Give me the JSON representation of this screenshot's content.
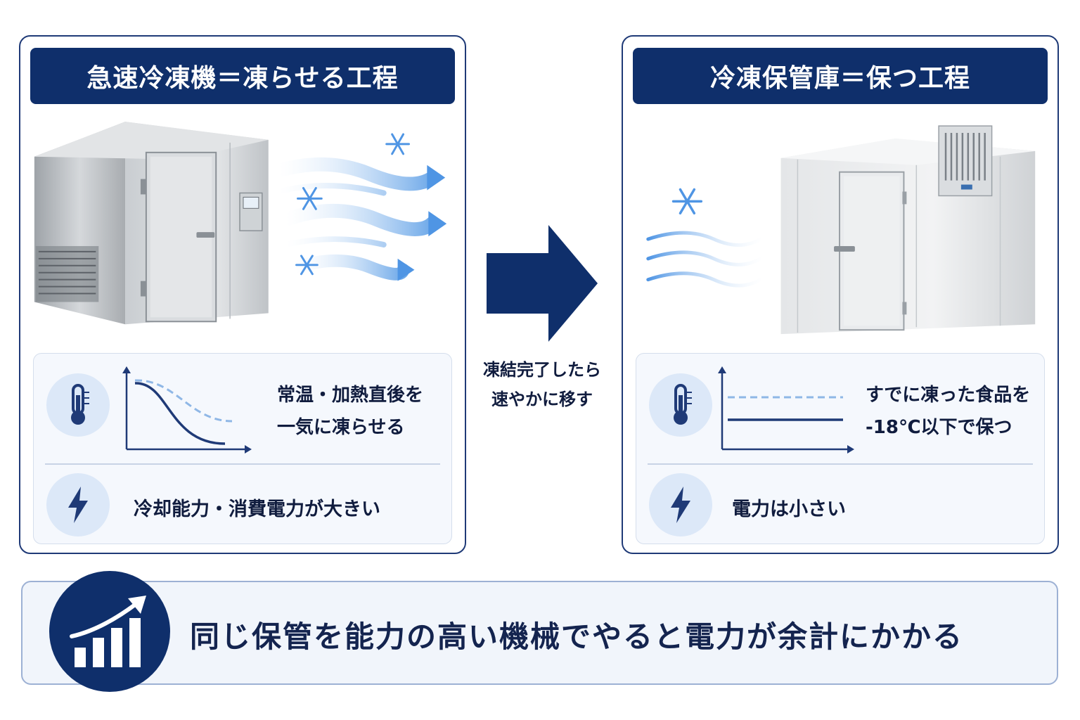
{
  "left_panel": {
    "title": "急速冷凍機＝凍らせる工程",
    "description_line1": "常温・加熱直後を",
    "description_line2": "一気に凍らせる",
    "power_text": "冷却能力・消費電力が大きい",
    "machine_icon": "blast-freezer-image",
    "airflow_icon": "cold-wind-arrows",
    "snowflake_icon": "snowflake-icon"
  },
  "center": {
    "arrow_icon": "right-arrow-icon",
    "note_line1": "凍結完了したら",
    "note_line2": "速やかに移す"
  },
  "right_panel": {
    "title": "冷凍保管庫＝保つ工程",
    "description_line1": "すでに凍った食品を",
    "description_line2": "-18℃以下で保つ",
    "power_text": "電力は小さい",
    "machine_icon": "walk-in-freezer-image",
    "airflow_icon": "gentle-wind-lines",
    "snowflake_icon": "snowflake-icon"
  },
  "summary": {
    "text": "同じ保管を能力の高い機械でやると電力が余計にかかる",
    "icon": "rising-bar-chart-icon"
  },
  "colors": {
    "navy": "#0f2f6b",
    "light_blue": "#6fa6e0",
    "icon_bg": "#dce8f8"
  }
}
